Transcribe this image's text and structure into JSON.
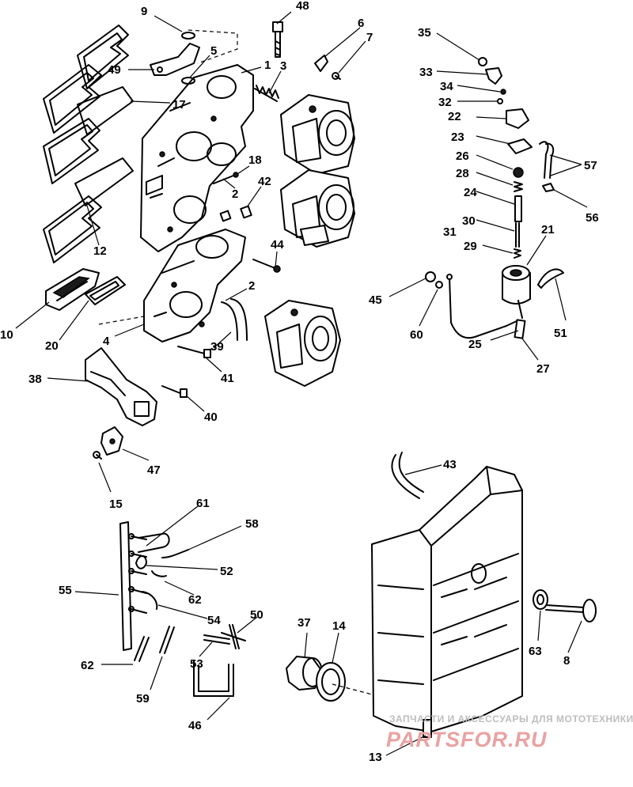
{
  "labels": {
    "l1": "1",
    "l2a": "2",
    "l2b": "2",
    "l3": "3",
    "l4": "4",
    "l5": "5",
    "l6": "6",
    "l7": "7",
    "l8": "8",
    "l9": "9",
    "l10": "10",
    "l12": "12",
    "l13": "13",
    "l14": "14",
    "l15": "15",
    "l17": "17",
    "l18": "18",
    "l20": "20",
    "l21": "21",
    "l22": "22",
    "l23": "23",
    "l24": "24",
    "l25": "25",
    "l26": "26",
    "l27": "27",
    "l28": "28",
    "l29": "29",
    "l30": "30",
    "l31": "31",
    "l32": "32",
    "l33": "33",
    "l34": "34",
    "l35": "35",
    "l37": "37",
    "l38": "38",
    "l39": "39",
    "l40": "40",
    "l41": "41",
    "l42": "42",
    "l43": "43",
    "l44": "44",
    "l45": "45",
    "l46": "46",
    "l47": "47",
    "l48": "48",
    "l49": "49",
    "l50": "50",
    "l51": "51",
    "l52": "52",
    "l53": "53",
    "l54": "54",
    "l55": "55",
    "l56": "56",
    "l57": "57",
    "l58": "58",
    "l59": "59",
    "l60": "60",
    "l61": "61",
    "l62a": "62",
    "l62b": "62",
    "l63": "63"
  },
  "watermark": {
    "line1": "ЗАПЧАСТИ И АКСЕССУАРЫ ДЛЯ МОТОТЕХНИКИ",
    "line2": "PARTSFOR.RU"
  }
}
